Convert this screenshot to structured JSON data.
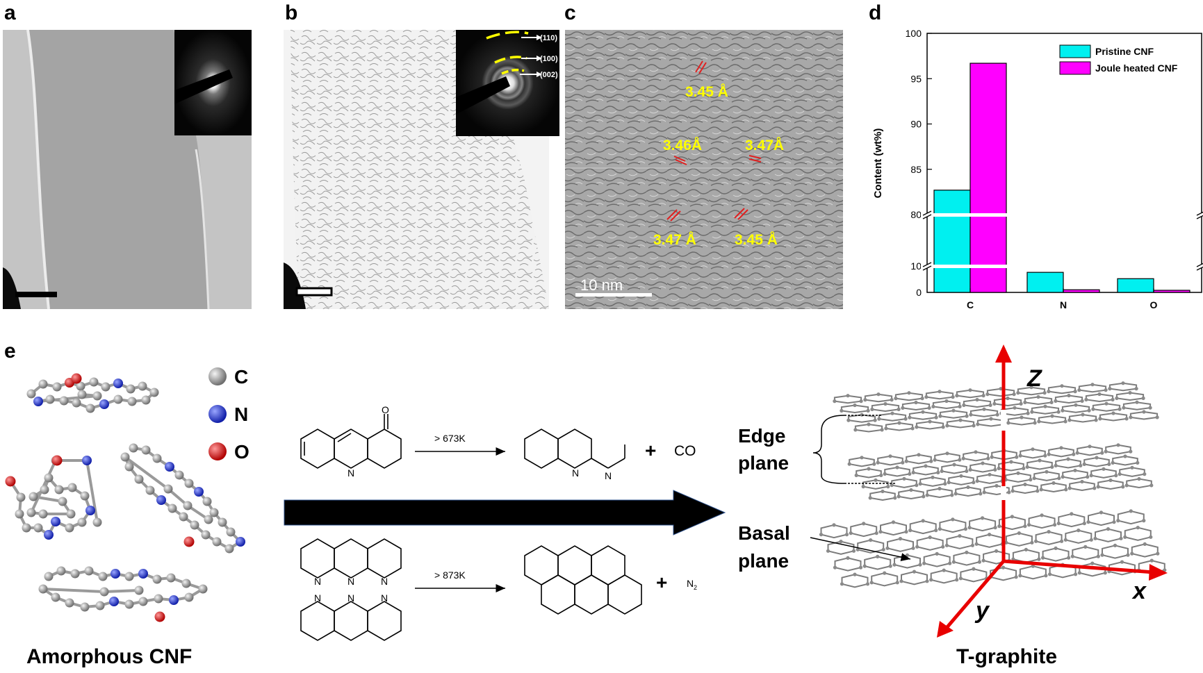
{
  "panel_labels": {
    "a": "a",
    "b": "b",
    "c": "c",
    "d": "d",
    "e": "e"
  },
  "panel_b": {
    "rings": [
      "(110)",
      "(100)",
      "(002)"
    ]
  },
  "panel_c": {
    "spacings": [
      "3.45 Å",
      "3.46Å",
      "3.47Å",
      "3.47 Å",
      "3.45 Å"
    ],
    "scale_bar": "10 nm"
  },
  "chart_data": {
    "type": "bar",
    "categories": [
      "C",
      "N",
      "O"
    ],
    "series": [
      {
        "name": "Pristine CNF",
        "values": [
          82.7,
          7.6,
          5.2
        ],
        "color": "#00f0f0"
      },
      {
        "name": "Joule heated CNF",
        "values": [
          96.7,
          1.0,
          0.8
        ],
        "color": "#ff00ff"
      }
    ],
    "ylabel": "Content (wt%)",
    "yticks_upper": [
      "80",
      "85",
      "90",
      "95",
      "100"
    ],
    "yticks_lower": [
      "0",
      "10"
    ],
    "ylim_upper": [
      80,
      100
    ],
    "axis_break": true,
    "legend_position": "top-right"
  },
  "panel_e": {
    "legend": [
      "C",
      "N",
      "O"
    ],
    "legend_colors": [
      "#9a9a9a",
      "#1e2ee0",
      "#e01010"
    ],
    "left_title": "Amorphous CNF",
    "right_title": "T-graphite",
    "reaction1": {
      "condition": "> 673K",
      "atoms": [
        "O",
        "N",
        "N",
        "N"
      ],
      "product": "CO"
    },
    "reaction2": {
      "condition": "> 873K",
      "atoms": [
        "N",
        "N",
        "N",
        "N",
        "N",
        "N"
      ],
      "product": "N",
      "product_sub": "2"
    },
    "plus": "+",
    "edge_label": [
      "Edge",
      "plane"
    ],
    "basal_label": [
      "Basal",
      "plane"
    ],
    "axes": {
      "z": "Z",
      "x": "x",
      "y": "y"
    }
  }
}
